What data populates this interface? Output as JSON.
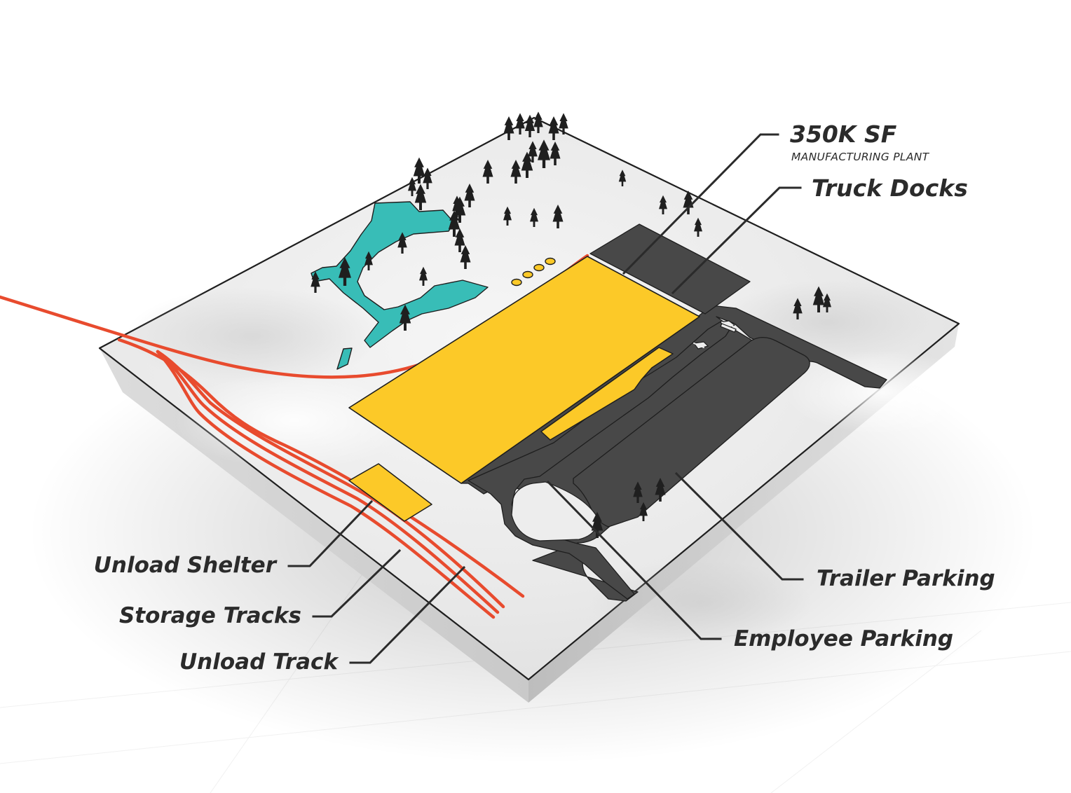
{
  "labels": {
    "plant_size": "350K SF",
    "plant_type": "MANUFACTURING PLANT",
    "truck_docks": "Truck Docks",
    "trailer_parking": "Trailer Parking",
    "employee_parking": "Employee Parking",
    "unload_shelter": "Unload Shelter",
    "storage_tracks": "Storage Tracks",
    "unload_track": "Unload Track"
  },
  "colors": {
    "building": "#FCC928",
    "pavement": "#484848",
    "rail": "#E84B2E",
    "water": "#38BDB7",
    "ground": "#EDEDED",
    "trees": "#1F1F1F",
    "leader_lines": "#2B2B2B"
  },
  "icons": {
    "tree": "conifer-tree-icon"
  }
}
